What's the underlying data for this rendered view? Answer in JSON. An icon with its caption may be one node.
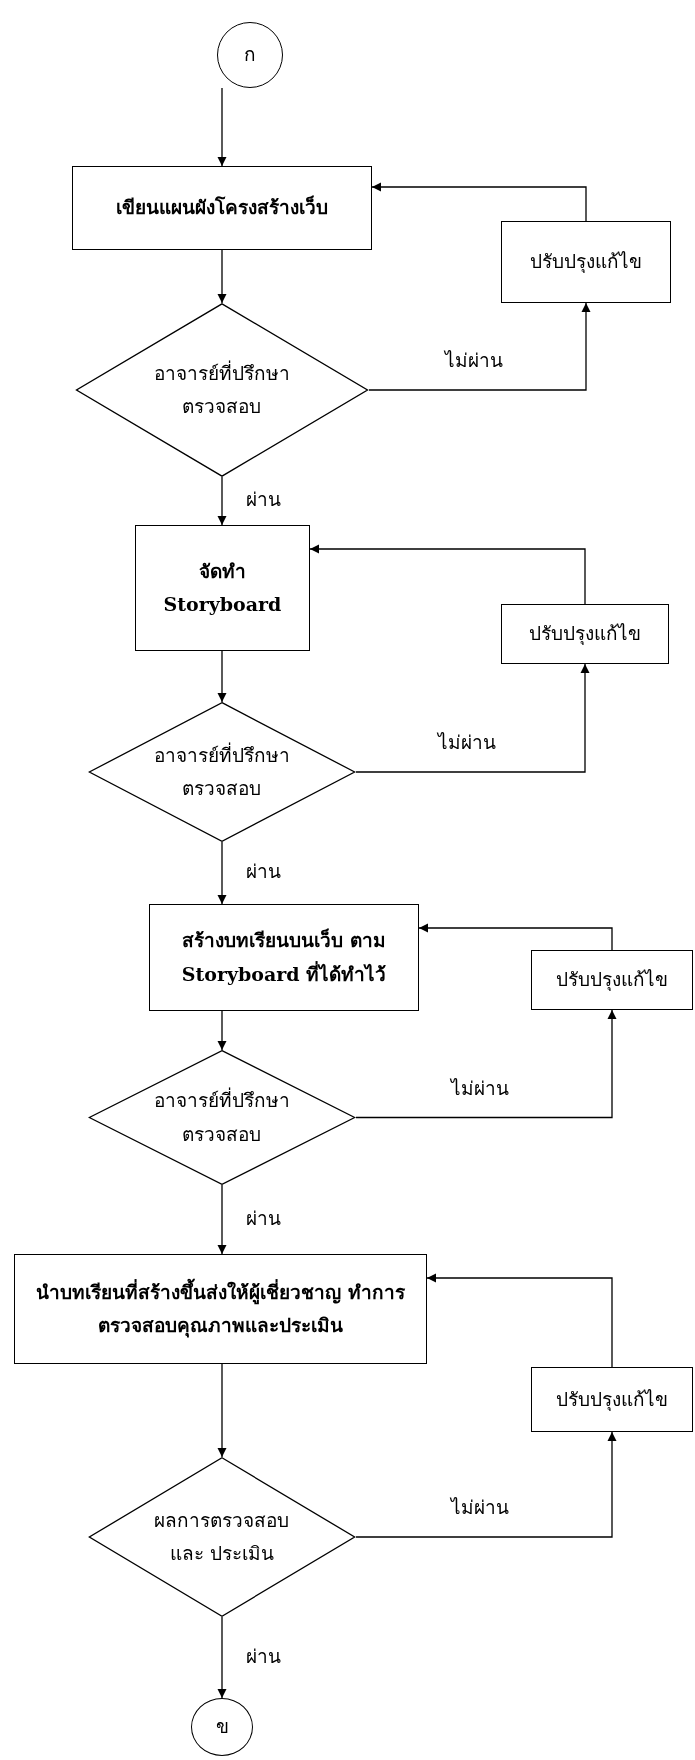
{
  "diagram": {
    "nodes": [
      {
        "text": [
          "ก"
        ]
      },
      {
        "text": [
          "เขียนแผนผังโครงสร้างเว็บ"
        ]
      },
      {
        "text": [
          "ปรับปรุงแก้ไข"
        ]
      },
      {
        "text": [
          "อาจารย์ที่ปรึกษา ตรวจสอบ"
        ]
      },
      {
        "text": [
          "จัดทำ Storyboard"
        ]
      },
      {
        "text": [
          "ปรับปรุงแก้ไข"
        ]
      },
      {
        "text": [
          "อาจารย์ที่ปรึกษา ตรวจสอบ"
        ]
      },
      {
        "text": [
          "สร้างบทเรียนบนเว็บ ตาม Storyboard ที่ได้ทำไว้"
        ]
      },
      {
        "text": [
          "ปรับปรุงแก้ไข"
        ]
      },
      {
        "text": [
          "อาจารย์ที่ปรึกษา ตรวจสอบ"
        ]
      },
      {
        "text": [
          "นำบทเรียนที่สร้างขึ้นส่งให้ผู้เชี่ยวชาญ ทำการตรวจสอบคุณภาพและประเมิน"
        ]
      },
      {
        "text": [
          "ปรับปรุงแก้ไข"
        ]
      },
      {
        "text": [
          "ผลการตรวจสอบและ ประเมิน"
        ]
      },
      {
        "text": [
          "ข"
        ]
      }
    ],
    "edges": [
      {
        "from": 0,
        "to": 1,
        "arrow": "to"
      },
      {
        "from": 1,
        "to": 3,
        "arrow": "to"
      },
      {
        "from": 3,
        "to": 2,
        "arrow": "to",
        "label": "ไม่ผ่าน"
      },
      {
        "from": 2,
        "to": 1,
        "arrow": "to"
      },
      {
        "from": 3,
        "to": 4,
        "arrow": "to",
        "label": "ผ่าน"
      },
      {
        "from": 4,
        "to": 6,
        "arrow": "to"
      },
      {
        "from": 6,
        "to": 5,
        "arrow": "to",
        "label": "ไม่ผ่าน"
      },
      {
        "from": 5,
        "to": 4,
        "arrow": "to"
      },
      {
        "from": 6,
        "to": 7,
        "arrow": "to",
        "label": "ผ่าน"
      },
      {
        "from": 7,
        "to": 9,
        "arrow": "to"
      },
      {
        "from": 9,
        "to": 8,
        "arrow": "to",
        "label": "ไม่ผ่าน"
      },
      {
        "from": 8,
        "to": 7,
        "arrow": "to"
      },
      {
        "from": 9,
        "to": 10,
        "arrow": "to",
        "label": "ผ่าน"
      },
      {
        "from": 10,
        "to": 12,
        "arrow": "to"
      },
      {
        "from": 12,
        "to": 11,
        "arrow": "to",
        "label": "ไม่ผ่าน"
      },
      {
        "from": 11,
        "to": 10,
        "arrow": "to"
      },
      {
        "from": 12,
        "to": 13,
        "arrow": "to",
        "label": "ผ่าน"
      }
    ]
  }
}
